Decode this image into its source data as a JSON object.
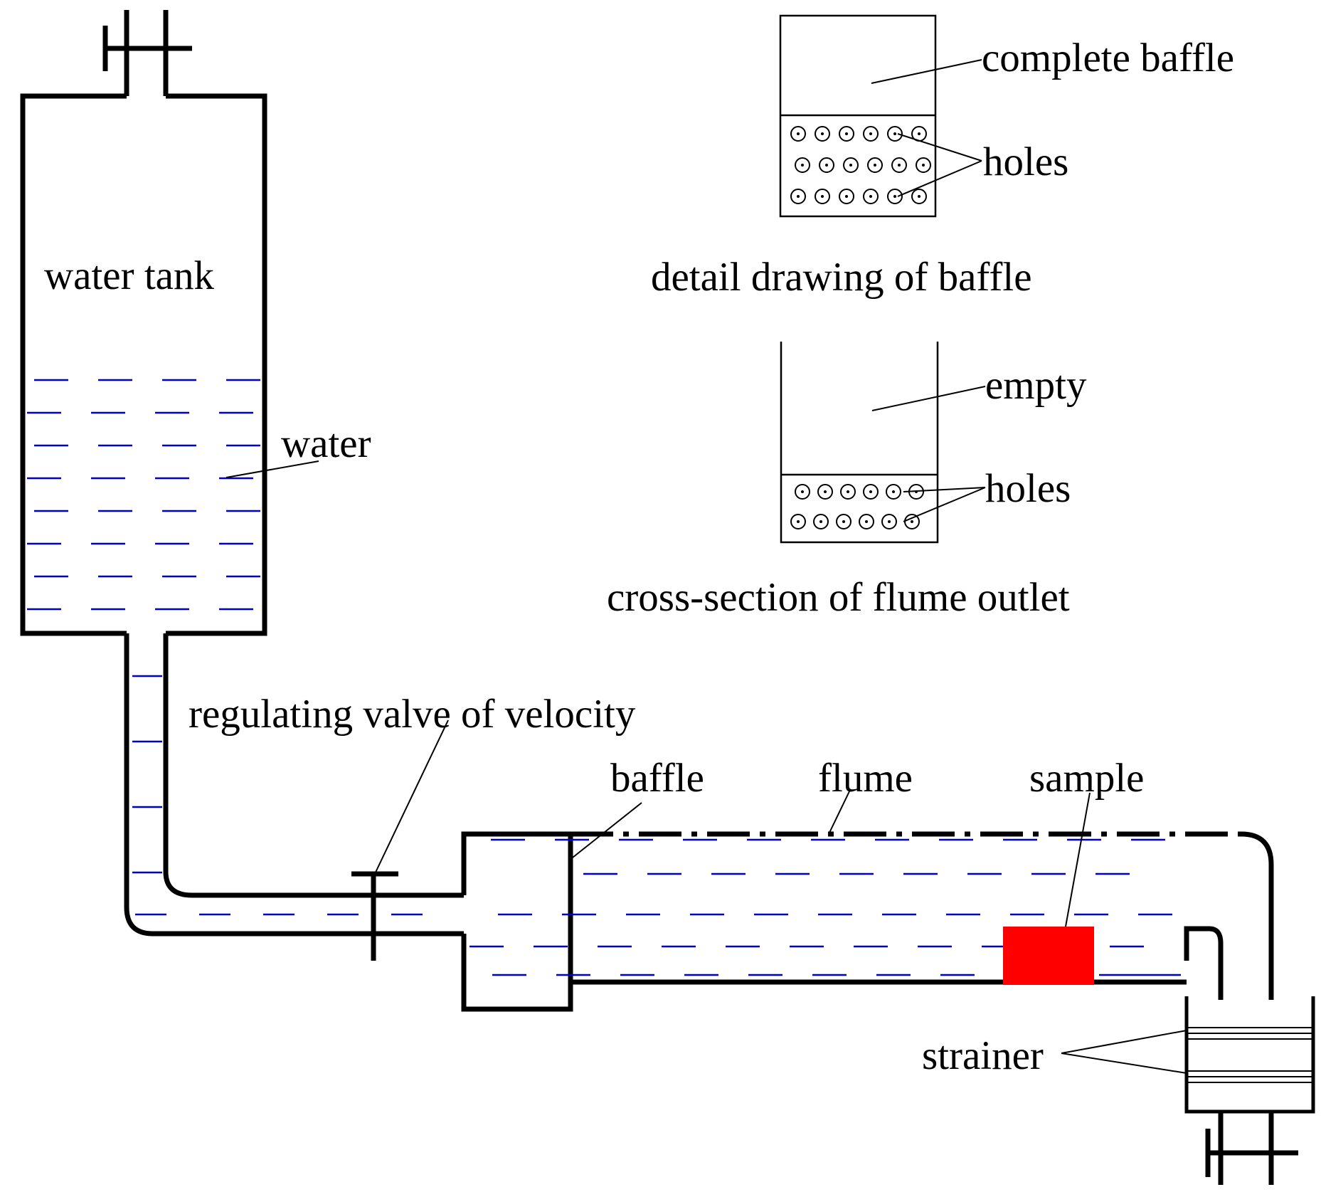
{
  "labels": {
    "water_tank": "water tank",
    "water": "water",
    "regulating_valve": "regulating valve of velocity",
    "baffle": "baffle",
    "flume": "flume",
    "sample": "sample",
    "strainer": "strainer",
    "complete_baffle": "complete baffle",
    "holes_top": "holes",
    "detail_caption": "detail drawing of baffle",
    "empty": "empty",
    "holes_bottom": "holes",
    "cross_section_caption": "cross-section of flume outlet"
  },
  "colors": {
    "outline": "#000000",
    "water_dash": "#0000cc",
    "sample_fill": "#ff0000",
    "background": "#ffffff"
  }
}
